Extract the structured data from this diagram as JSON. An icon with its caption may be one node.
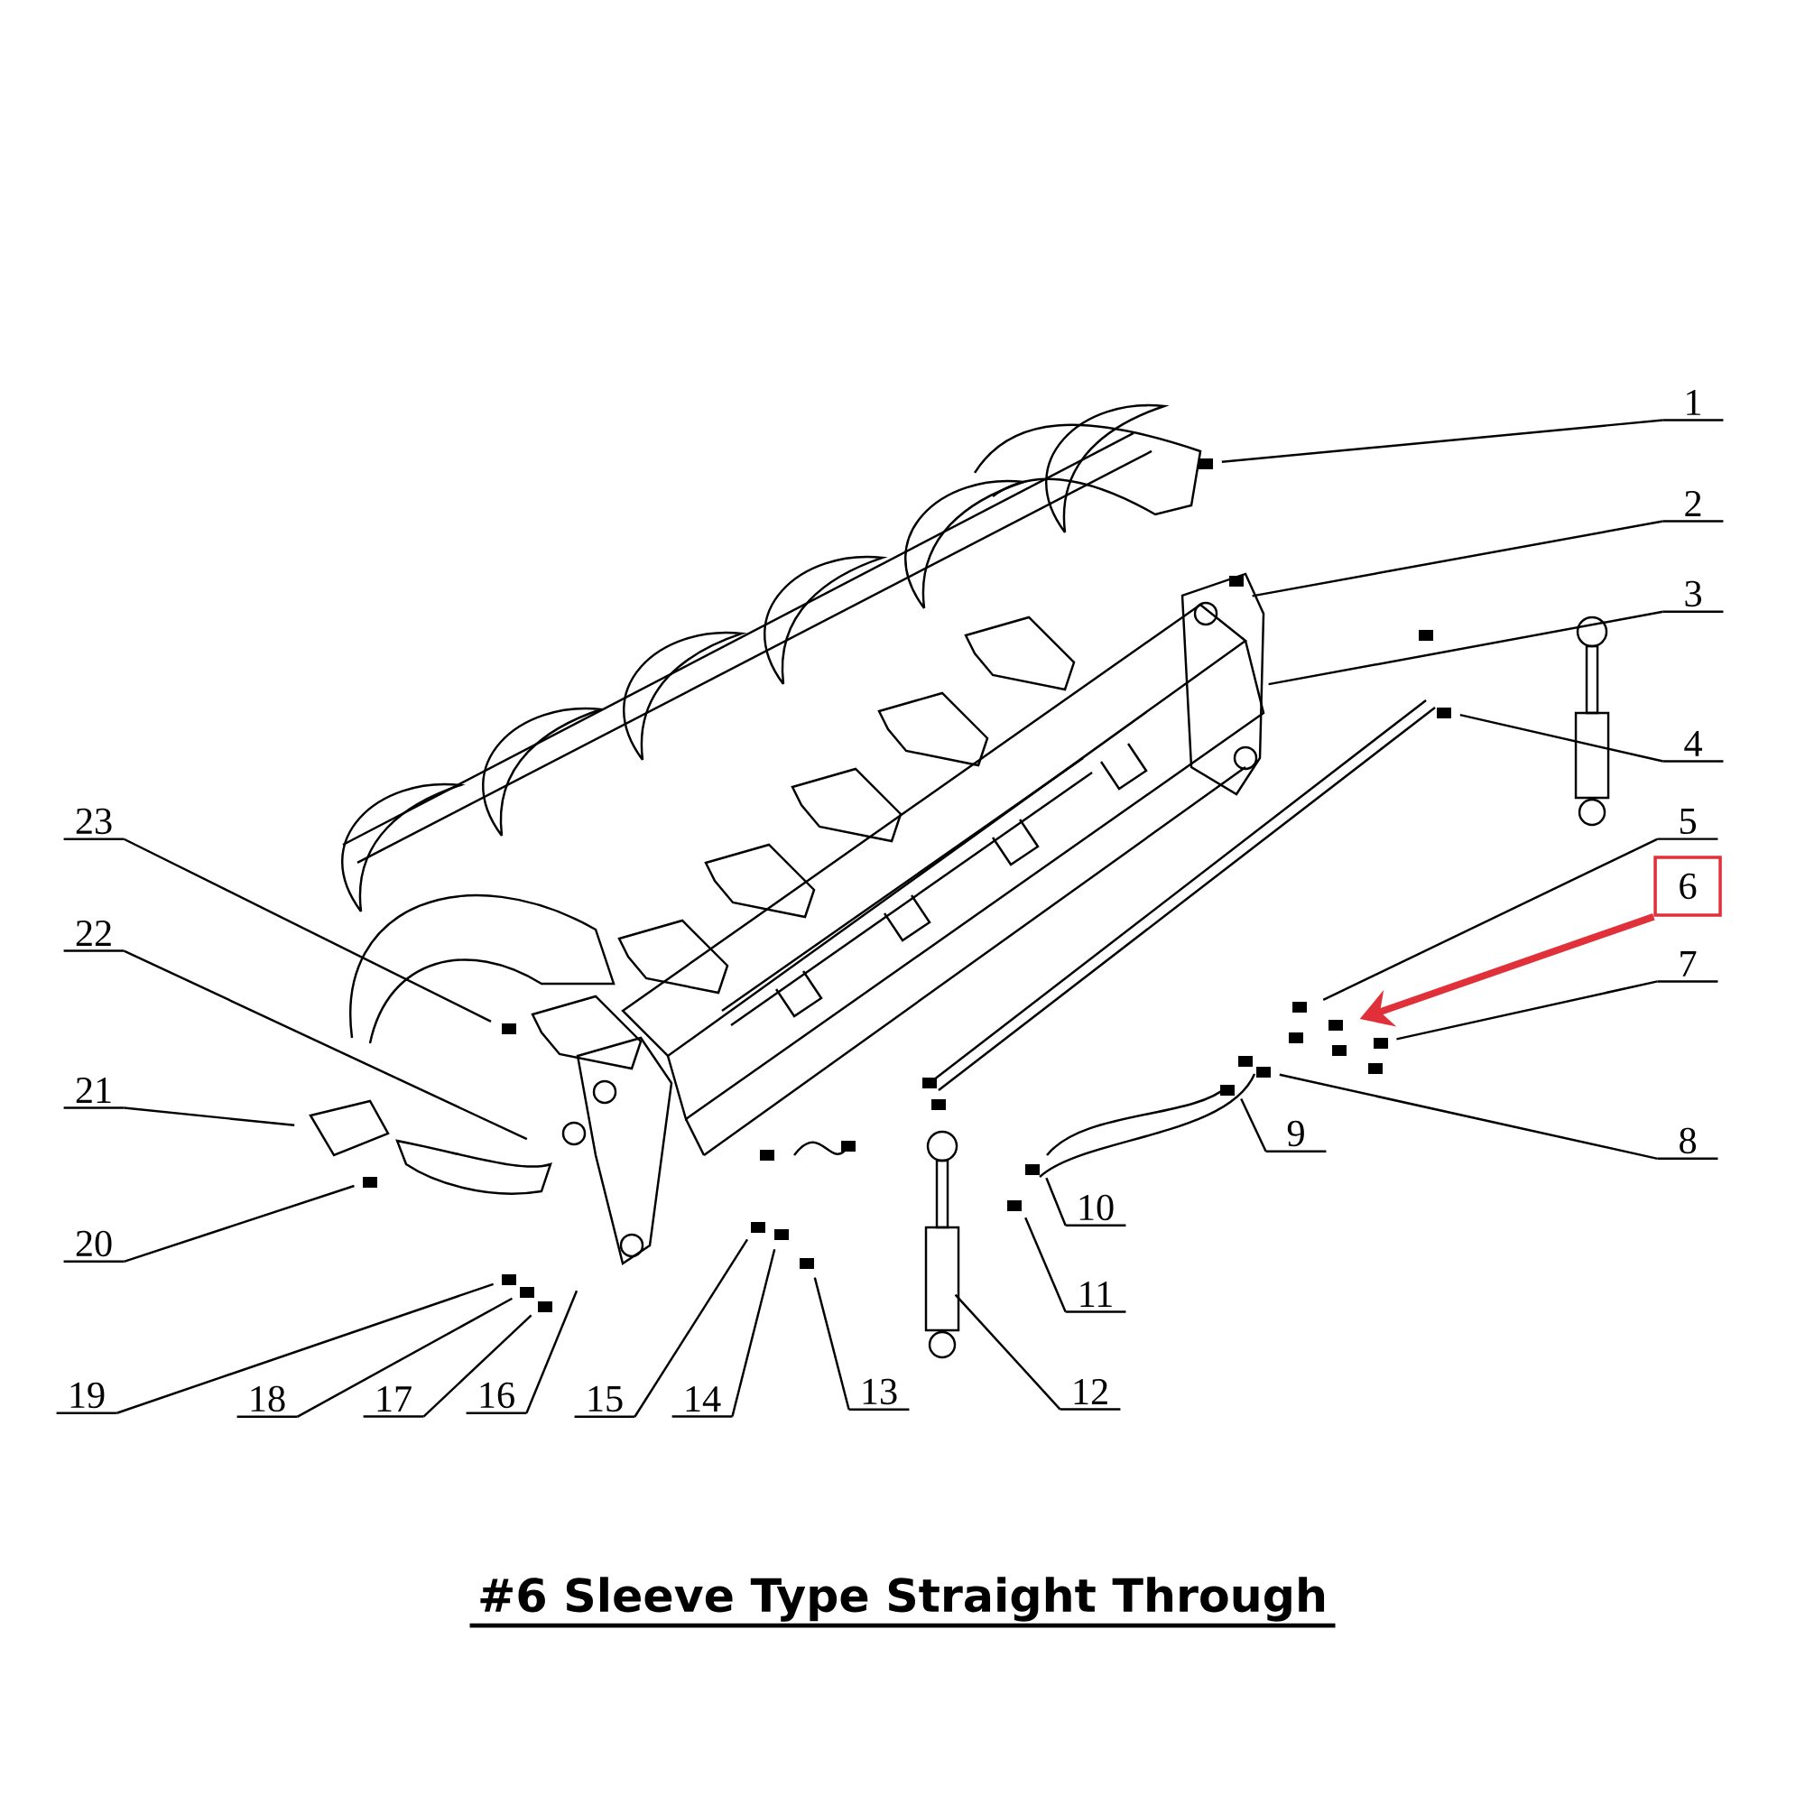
{
  "diagram": {
    "title": "#6 Sleeve Type Straight Through",
    "nodes": [
      {
        "text": [
          "1"
        ]
      },
      {
        "text": [
          "2"
        ]
      },
      {
        "text": [
          "3"
        ]
      },
      {
        "text": [
          "4"
        ]
      },
      {
        "text": [
          "5"
        ]
      },
      {
        "text": [
          "6"
        ]
      },
      {
        "text": [
          "7"
        ]
      },
      {
        "text": [
          "8"
        ]
      },
      {
        "text": [
          "9"
        ]
      },
      {
        "text": [
          "10"
        ]
      },
      {
        "text": [
          "11"
        ]
      },
      {
        "text": [
          "12"
        ]
      },
      {
        "text": [
          "13"
        ]
      },
      {
        "text": [
          "14"
        ]
      },
      {
        "text": [
          "15"
        ]
      },
      {
        "text": [
          "16"
        ]
      },
      {
        "text": [
          "17"
        ]
      },
      {
        "text": [
          "18"
        ]
      },
      {
        "text": [
          "19"
        ]
      },
      {
        "text": [
          "20"
        ]
      },
      {
        "text": [
          "21"
        ]
      },
      {
        "text": [
          "22"
        ]
      },
      {
        "text": [
          "23"
        ]
      }
    ],
    "edges": [
      {
        "from": 0,
        "to": null,
        "arrow": "none"
      },
      {
        "from": 1,
        "to": null,
        "arrow": "none"
      },
      {
        "from": 2,
        "to": null,
        "arrow": "none"
      },
      {
        "from": 3,
        "to": null,
        "arrow": "none"
      },
      {
        "from": 4,
        "to": null,
        "arrow": "none"
      },
      {
        "from": 5,
        "to": null,
        "arrow": "to",
        "style": "thick",
        "color": "#e0303a"
      },
      {
        "from": 6,
        "to": null,
        "arrow": "none"
      },
      {
        "from": 7,
        "to": null,
        "arrow": "none"
      },
      {
        "from": 8,
        "to": null,
        "arrow": "none"
      },
      {
        "from": 9,
        "to": null,
        "arrow": "none"
      },
      {
        "from": 10,
        "to": null,
        "arrow": "none"
      },
      {
        "from": 11,
        "to": null,
        "arrow": "none"
      },
      {
        "from": 12,
        "to": null,
        "arrow": "none"
      },
      {
        "from": 13,
        "to": null,
        "arrow": "none"
      },
      {
        "from": 14,
        "to": null,
        "arrow": "none"
      },
      {
        "from": 15,
        "to": null,
        "arrow": "none"
      },
      {
        "from": 16,
        "to": null,
        "arrow": "none"
      },
      {
        "from": 17,
        "to": null,
        "arrow": "none"
      },
      {
        "from": 18,
        "to": null,
        "arrow": "none"
      },
      {
        "from": 19,
        "to": null,
        "arrow": "none"
      },
      {
        "from": 20,
        "to": null,
        "arrow": "none"
      },
      {
        "from": 21,
        "to": null,
        "arrow": "none"
      },
      {
        "from": 22,
        "to": null,
        "arrow": "none"
      }
    ]
  }
}
